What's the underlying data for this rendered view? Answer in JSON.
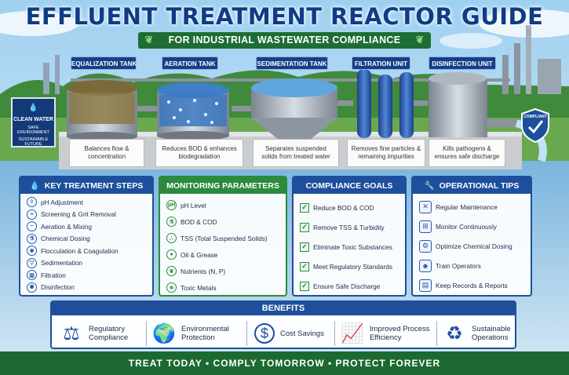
{
  "title": "EFFLUENT TREATMENT REACTOR GUIDE",
  "subtitle": "FOR INDUSTRIAL WASTEWATER COMPLIANCE",
  "sign": {
    "line1": "CLEAN WATER",
    "line2": "SAFE ENVIRONMENT",
    "line3": "SUSTAINABLE FUTURE"
  },
  "compliant_badge": "COMPLIANT",
  "tanks": [
    {
      "label": "EQUALIZATION TANK",
      "desc": "Balances flow & concentration"
    },
    {
      "label": "AERATION TANK",
      "desc": "Reduces BOD & enhances biodegradation"
    },
    {
      "label": "SEDIMENTATION TANK",
      "desc": "Separates suspended solids from treated water"
    },
    {
      "label": "FILTRATION UNIT",
      "desc": "Removes fine particles & remaining impurities"
    },
    {
      "label": "DISINFECTION UNIT",
      "desc": "Kills pathogens & ensures safe discharge"
    }
  ],
  "panels": {
    "steps": {
      "title": "KEY TREATMENT STEPS",
      "items": [
        "pH Adjustment",
        "Screening & Grit Removal",
        "Aeration & Mixing",
        "Chemical Dosing",
        "Flocculation & Coagulation",
        "Sedimentation",
        "Filtration",
        "Disinfection"
      ]
    },
    "monitoring": {
      "title": "MONITORING PARAMETERS",
      "items": [
        "pH Level",
        "BOD & COD",
        "TSS (Total Suspended Solids)",
        "Oil & Grease",
        "Nutrients (N, P)",
        "Toxic Metals"
      ],
      "ph_icon_text": "pH"
    },
    "compliance": {
      "title": "COMPLIANCE GOALS",
      "items": [
        "Reduce BOD & COD",
        "Remove TSS & Turbidity",
        "Eliminate Toxic Substances",
        "Meet Regulatory Standards",
        "Ensure Safe Discharge"
      ]
    },
    "tips": {
      "title": "OPERATIONAL TIPS",
      "items": [
        "Regular Maintenance",
        "Monitor Continuously",
        "Optimize Chemical Dosing",
        "Train Operators",
        "Keep Records & Reports"
      ]
    }
  },
  "benefits": {
    "title": "BENEFITS",
    "items": [
      {
        "line1": "Regulatory",
        "line2": "Compliance"
      },
      {
        "line1": "Environmental",
        "line2": "Protection"
      },
      {
        "line1": "Cost Savings",
        "line2": ""
      },
      {
        "line1": "Improved Process",
        "line2": "Efficiency"
      },
      {
        "line1": "Sustainable",
        "line2": "Operations"
      }
    ]
  },
  "footer": "TREAT TODAY • COMPLY TOMORROW • PROTECT FOREVER",
  "colors": {
    "navy": "#1d4f9c",
    "green": "#2b8a3e",
    "footer_green": "#1c6a31"
  }
}
